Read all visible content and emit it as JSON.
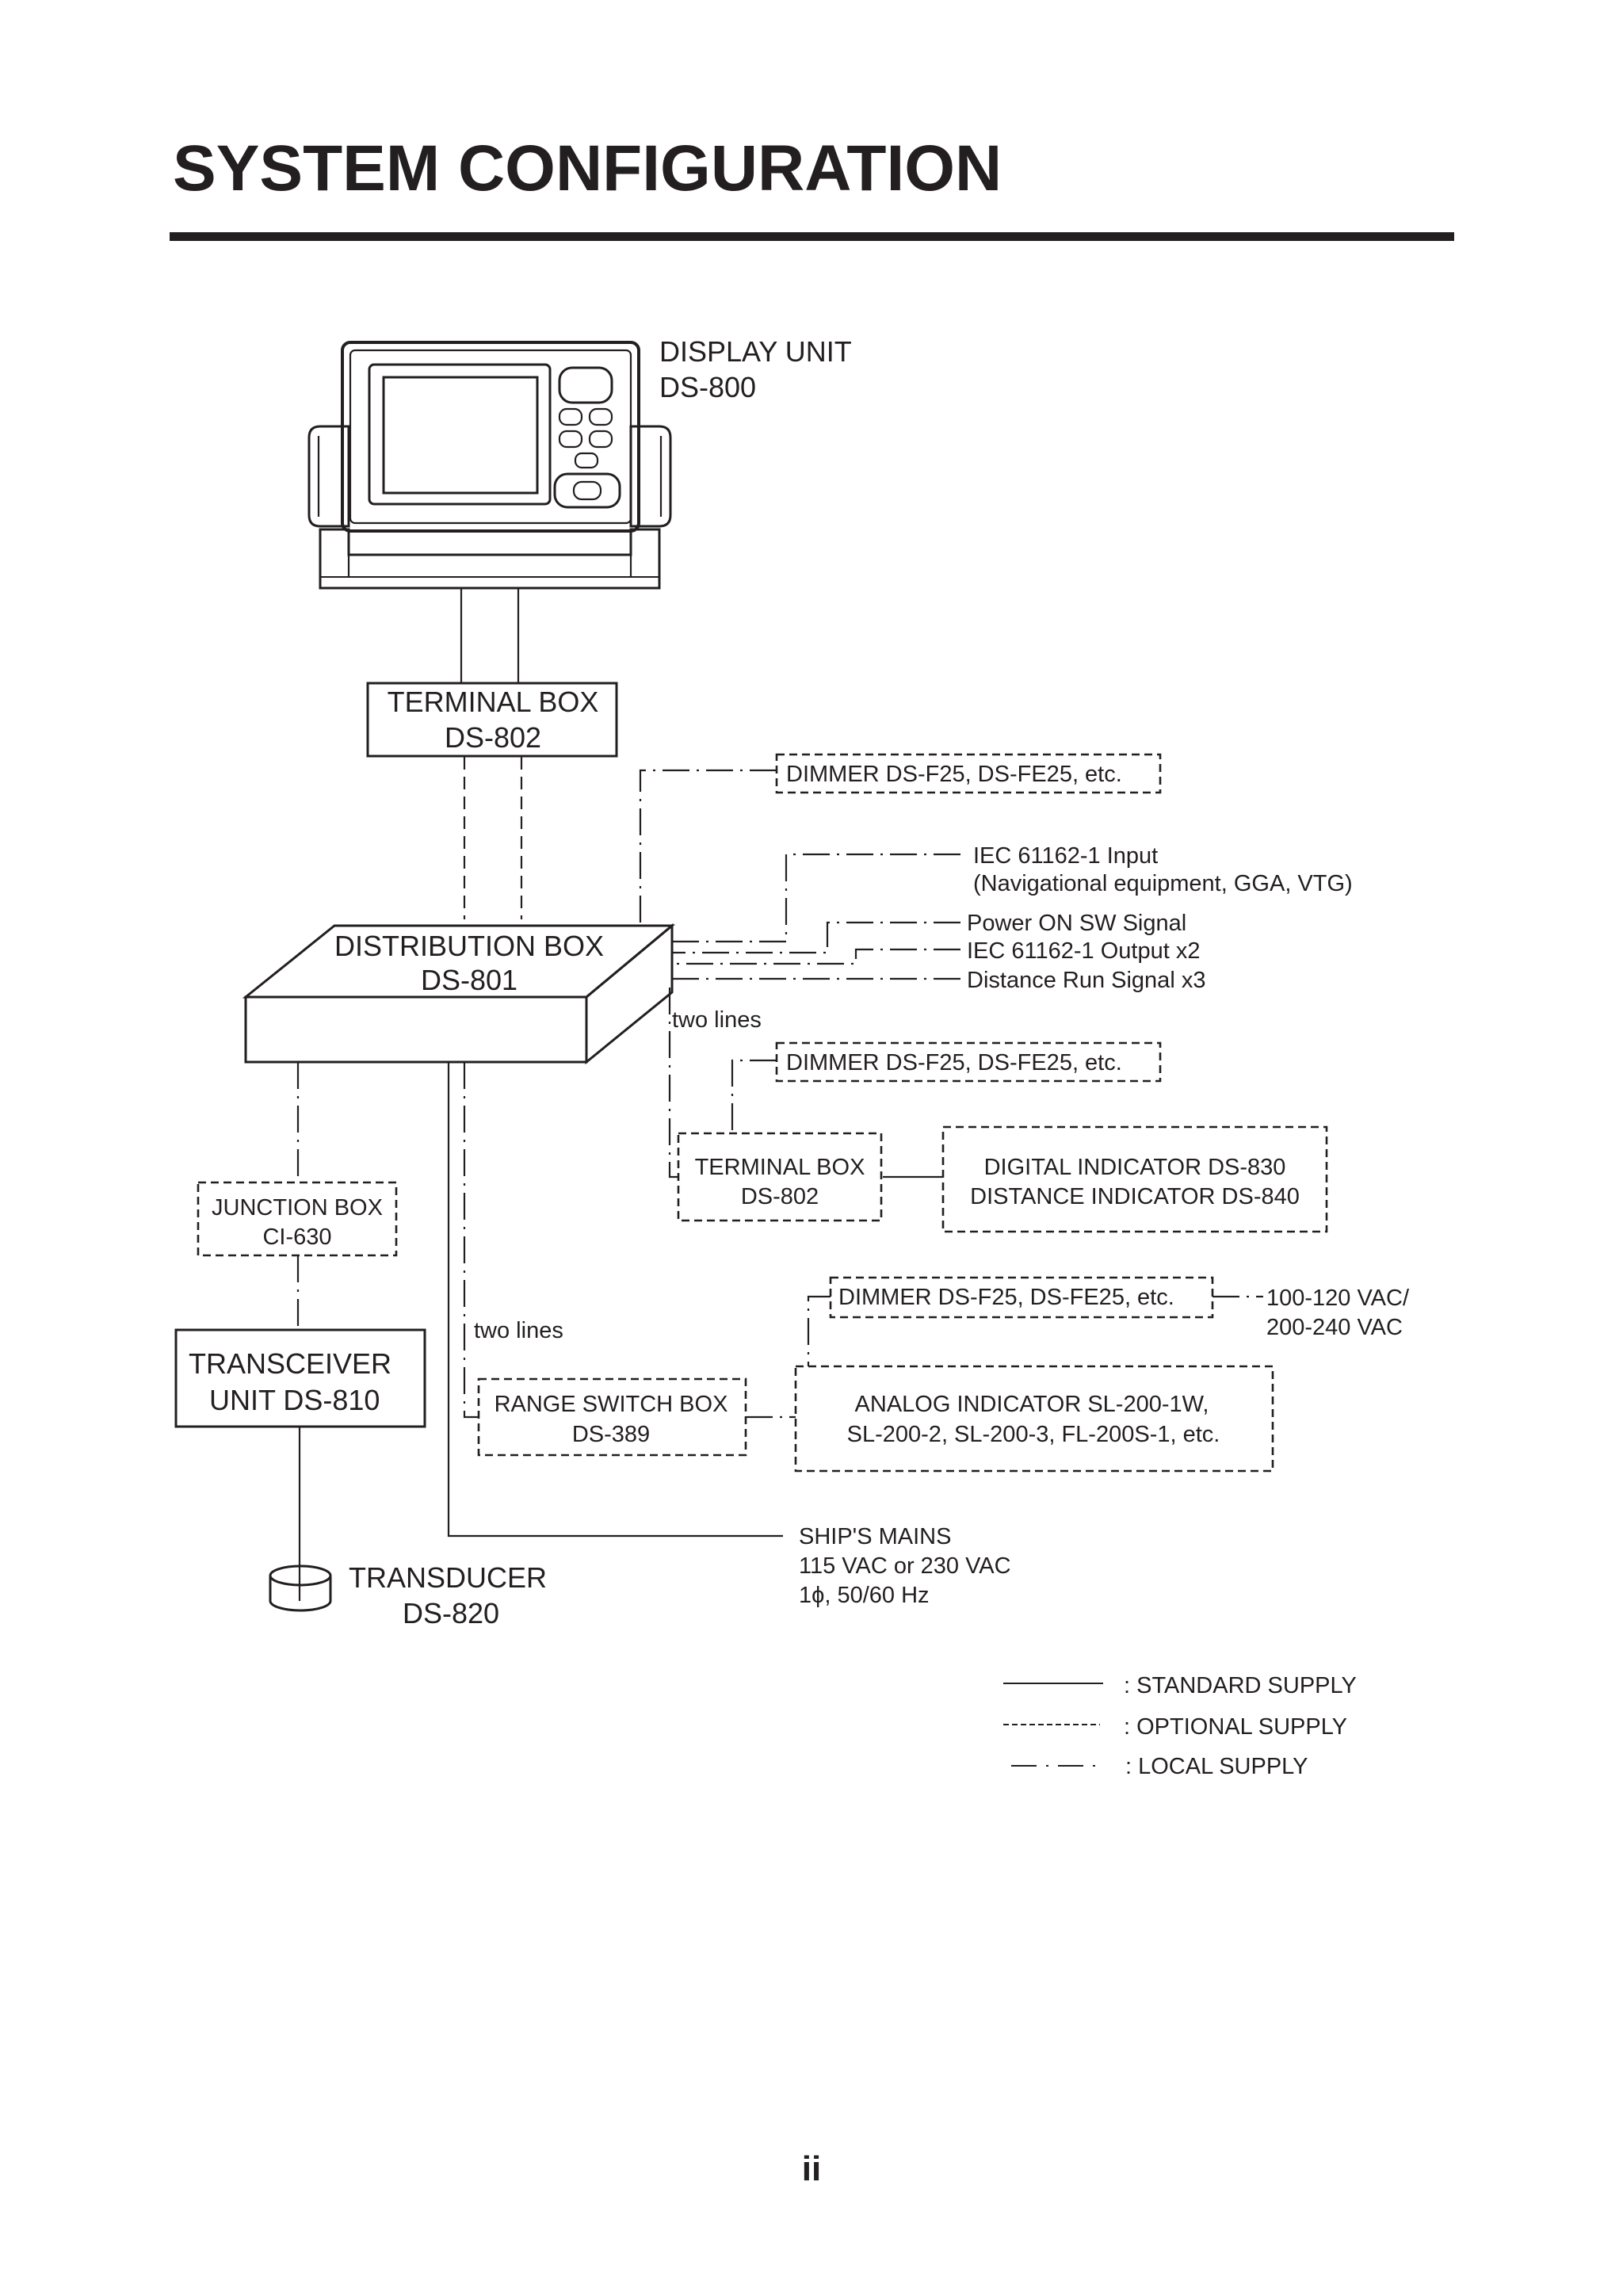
{
  "page": {
    "title": "SYSTEM CONFIGURATION",
    "page_number": "ii"
  },
  "units": {
    "display_unit": [
      "DISPLAY UNIT",
      "DS-800"
    ],
    "terminal_box_top": [
      "TERMINAL BOX",
      "DS-802"
    ],
    "distribution_box": [
      "DISTRIBUTION BOX",
      "DS-801"
    ],
    "dimmer_1": "DIMMER DS-F25, DS-FE25, etc.",
    "dimmer_2": "DIMMER DS-F25, DS-FE25, etc.",
    "dimmer_3": "DIMMER DS-F25, DS-FE25, etc.",
    "terminal_box_mid": [
      "TERMINAL BOX",
      "DS-802"
    ],
    "digital_indicator": [
      "DIGITAL INDICATOR DS-830",
      "DISTANCE INDICATOR DS-840"
    ],
    "junction_box": [
      "JUNCTION BOX",
      "CI-630"
    ],
    "transceiver": [
      "TRANSCEIVER",
      "UNIT DS-810"
    ],
    "range_switch_box": [
      "RANGE SWITCH BOX",
      "DS-389"
    ],
    "analog_indicator": [
      "ANALOG INDICATOR SL-200-1W,",
      "SL-200-2, SL-200-3, FL-200S-1, etc."
    ],
    "transducer": [
      "TRANSDUCER",
      "DS-820"
    ]
  },
  "signals": {
    "iec_input": [
      "IEC 61162-1 Input",
      "(Navigational equipment, GGA, VTG)"
    ],
    "power_on": "Power ON SW Signal",
    "iec_output": "IEC 61162-1 Output x2",
    "distance_run": "Distance Run Signal x3",
    "two_lines_1": "two lines",
    "two_lines_2": "two lines",
    "ac_supply": [
      "100-120 VAC/",
      "200-240 VAC"
    ],
    "ships_mains": [
      "SHIP'S MAINS",
      "115 VAC or 230 VAC",
      "1ϕ, 50/60 Hz"
    ]
  },
  "legend": {
    "standard": ": STANDARD SUPPLY",
    "optional": ": OPTIONAL SUPPLY",
    "local": ": LOCAL SUPPLY"
  },
  "colors": {
    "ink": "#231f20",
    "background": "#ffffff"
  }
}
